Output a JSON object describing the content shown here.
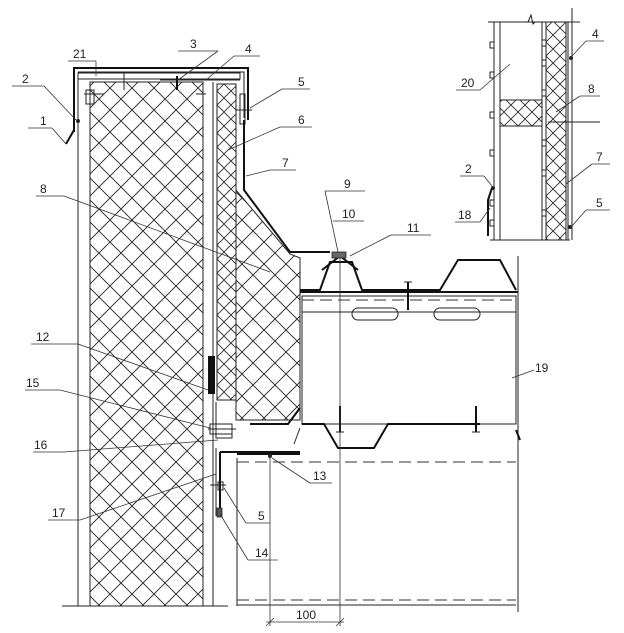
{
  "drawing": {
    "type": "construction-detail",
    "colors": {
      "line": "#222222",
      "background": "#ffffff",
      "gasket": "#111111"
    },
    "callouts": [
      {
        "id": "c1",
        "text": "1"
      },
      {
        "id": "c2",
        "text": "2"
      },
      {
        "id": "c3",
        "text": "3"
      },
      {
        "id": "c4",
        "text": "4"
      },
      {
        "id": "c5",
        "text": "5"
      },
      {
        "id": "c6",
        "text": "6"
      },
      {
        "id": "c7",
        "text": "7"
      },
      {
        "id": "c8",
        "text": "8"
      },
      {
        "id": "c9",
        "text": "9"
      },
      {
        "id": "c10",
        "text": "10"
      },
      {
        "id": "c11",
        "text": "11"
      },
      {
        "id": "c12",
        "text": "12"
      },
      {
        "id": "c13",
        "text": "13"
      },
      {
        "id": "c14",
        "text": "14"
      },
      {
        "id": "c15",
        "text": "15"
      },
      {
        "id": "c16",
        "text": "16"
      },
      {
        "id": "c17",
        "text": "17"
      },
      {
        "id": "c19",
        "text": "19"
      },
      {
        "id": "c21",
        "text": "21"
      },
      {
        "id": "c5b",
        "text": "5"
      }
    ],
    "inset_callouts": [
      {
        "id": "i4",
        "text": "4"
      },
      {
        "id": "i20",
        "text": "20"
      },
      {
        "id": "i8",
        "text": "8"
      },
      {
        "id": "i2",
        "text": "2"
      },
      {
        "id": "i7",
        "text": "7"
      },
      {
        "id": "i18",
        "text": "18"
      },
      {
        "id": "i5",
        "text": "5"
      }
    ],
    "dimension": {
      "value": "100"
    }
  }
}
